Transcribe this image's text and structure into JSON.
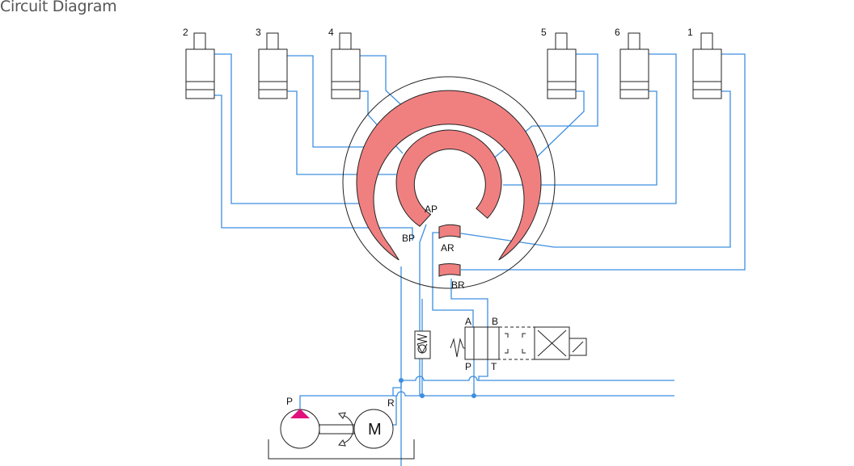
{
  "title": "Circuit Diagram",
  "colors": {
    "line": "#3d8fe0",
    "segment": "#f08080",
    "outline": "#222222",
    "pump": "#e0117c"
  },
  "cylinders": {
    "c2": "2",
    "c3": "3",
    "c4": "4",
    "c5": "5",
    "c6": "6",
    "c1": "1"
  },
  "rotary": {
    "ap": "AP",
    "bp": "BP",
    "ar": "AR",
    "br": "BR"
  },
  "valve": {
    "a": "A",
    "b": "B",
    "p": "P",
    "t": "T"
  },
  "pump": {
    "p": "P",
    "r": "R",
    "motor": "M"
  }
}
